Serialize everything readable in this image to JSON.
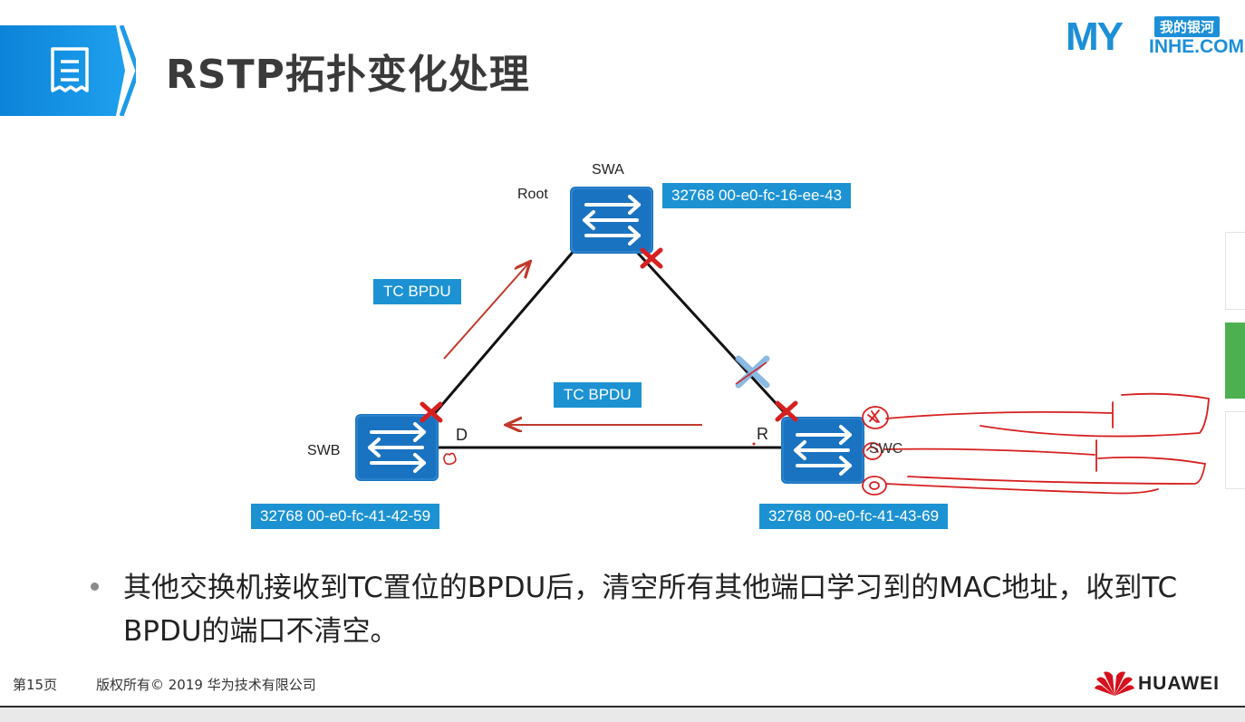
{
  "header": {
    "title": "RSTP拓扑变化处理"
  },
  "logo": {
    "brand": "MY",
    "badge": "我的银河",
    "url": "INHE.COM"
  },
  "diagram": {
    "root_label": "Root",
    "switches": [
      {
        "name": "SWA",
        "id": "32768 00-e0-fc-16-ee-43"
      },
      {
        "name": "SWB",
        "id": "32768 00-e0-fc-41-42-59"
      },
      {
        "name": "SWC",
        "id": "32768 00-e0-fc-41-43-69"
      }
    ],
    "tc_bpdu_labels": [
      "TC BPDU",
      "TC BPDU"
    ],
    "port_labels": {
      "designated": "D",
      "root": "R"
    }
  },
  "body": {
    "bullet": "其他交换机接收到TC置位的BPDU后，清空所有其他端口学习到的MAC地址，收到TC BPDU的端口不清空。"
  },
  "footer": {
    "page": "第15页",
    "copyright": "版权所有© 2019 华为技术有限公司",
    "brand": "HUAWEI"
  },
  "colors": {
    "accent_blue": "#1c92d2",
    "switch_blue": "#1a73c0",
    "arrow_red": "#c0392b",
    "mark_red": "#d62020"
  }
}
